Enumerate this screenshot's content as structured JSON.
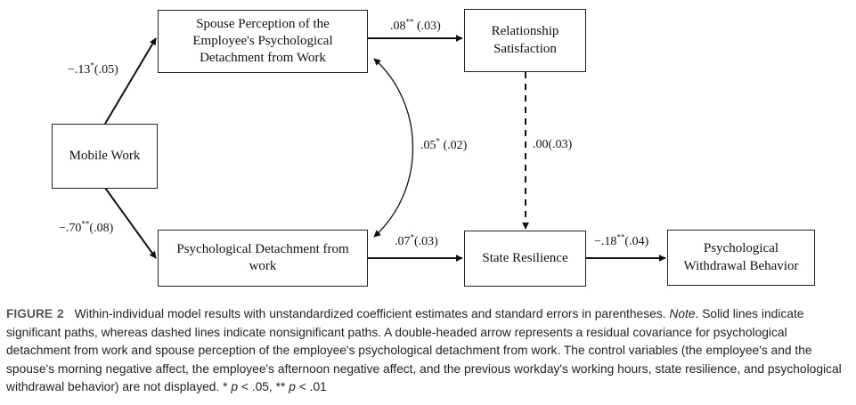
{
  "nodes": {
    "spouse_perception": "Spouse Perception of the Employee's Psychological Detachment from Work",
    "relationship_satisfaction": "Relationship Satisfaction",
    "mobile_work": "Mobile Work",
    "psychological_detachment": "Psychological Detachment from work",
    "state_resilience": "State Resilience",
    "withdrawal_behavior": "Psychological Withdrawal Behavior"
  },
  "paths": {
    "mobile_to_spouse": {
      "coef": "−.13",
      "sig": "*",
      "se": "(.05)"
    },
    "mobile_to_detachment": {
      "coef": "−.70",
      "sig": "**",
      "se": "(.08)"
    },
    "spouse_to_satisfaction": {
      "coef": ".08",
      "sig": "**",
      "se": " (.03)"
    },
    "covariance": {
      "coef": ".05",
      "sig": "*",
      "se": " (.02)"
    },
    "satisfaction_to_resilience": {
      "coef": ".00",
      "sig": "",
      "se": "(.03)"
    },
    "detachment_to_resilience": {
      "coef": ".07",
      "sig": "*",
      "se": "(.03)"
    },
    "resilience_to_withdrawal": {
      "coef": "−.18",
      "sig": "**",
      "se": "(.04)"
    }
  },
  "caption": {
    "figure_word": "FIGURE",
    "figure_number": "2",
    "text_before_note": "Within-individual model results with unstandardized coefficient estimates and standard errors in parentheses. ",
    "note_word": "Note",
    "text_after_note": ". Solid lines indicate significant paths, whereas dashed lines indicate nonsignificant paths. A double-headed arrow represents a residual covariance for psychological detachment from work and spouse perception of the employee's psychological detachment from work. The control variables (the employee's and the spouse's morning negative affect, the employee's afternoon negative affect, and the previous workday's working hours, state resilience, and psychological withdrawal behavior) are not displayed. ",
    "sig1_symbol": "*",
    "sig1_p": "p",
    "sig1_rest": " < .05, ",
    "sig2_symbol": "**",
    "sig2_p": "p",
    "sig2_rest": " < .01"
  }
}
